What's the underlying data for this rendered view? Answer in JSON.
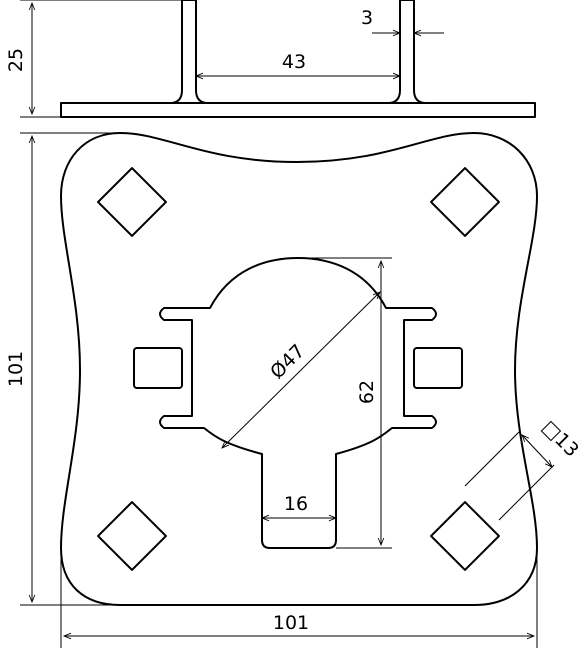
{
  "dimensions": {
    "flange_height": "25",
    "lug_spacing": "43",
    "sheet_thickness": "3",
    "plate_width": "101",
    "plate_height": "101",
    "hole_diameter": "Ø47",
    "opening_height": "62",
    "slot_width": "16",
    "square_hole": "□13"
  },
  "colors": {
    "line": "#000000",
    "background": "#ffffff"
  }
}
